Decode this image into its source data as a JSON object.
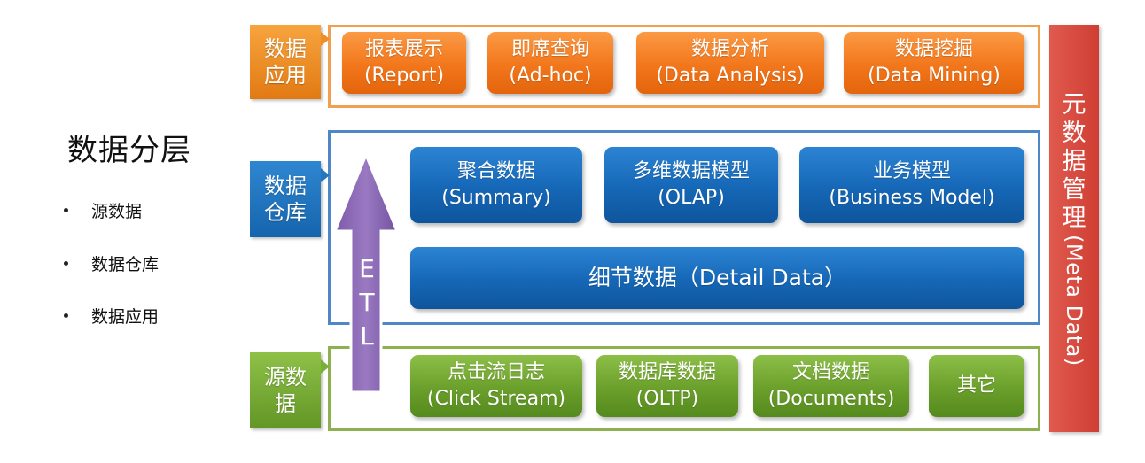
{
  "left_panel": {
    "title": "数据分层",
    "bullets": [
      "源数据",
      "数据仓库",
      "数据应用"
    ]
  },
  "layers": {
    "application": {
      "label": "数据应用",
      "items": [
        {
          "zh": "报表展示",
          "en": "(Report)"
        },
        {
          "zh": "即席查询",
          "en": "(Ad-hoc)"
        },
        {
          "zh": "数据分析",
          "en": "(Data Analysis)"
        },
        {
          "zh": "数据挖掘",
          "en": "(Data Mining)"
        }
      ]
    },
    "warehouse": {
      "label": "数据仓库",
      "items": [
        {
          "zh": "聚合数据",
          "en": "(Summary)"
        },
        {
          "zh": "多维数据模型",
          "en": "(OLAP)"
        },
        {
          "zh": "业务模型",
          "en": "(Business Model)"
        }
      ],
      "detail": "细节数据（Detail Data）"
    },
    "source": {
      "label": "源数据",
      "items": [
        {
          "zh": "点击流日志",
          "en": "(Click Stream)"
        },
        {
          "zh": "数据库数据",
          "en": "(OLTP)"
        },
        {
          "zh": "文档数据",
          "en": "(Documents)"
        },
        {
          "zh": "其它",
          "en": ""
        }
      ]
    }
  },
  "etl": {
    "label": "ETL"
  },
  "meta": {
    "zh": "元数据管理",
    "en": "(Meta Data)"
  },
  "colors": {
    "orange": "#f2761b",
    "blue": "#1567b6",
    "green": "#6a9f2b",
    "purple": "#8e6bb4",
    "red": "#d64a3f"
  }
}
